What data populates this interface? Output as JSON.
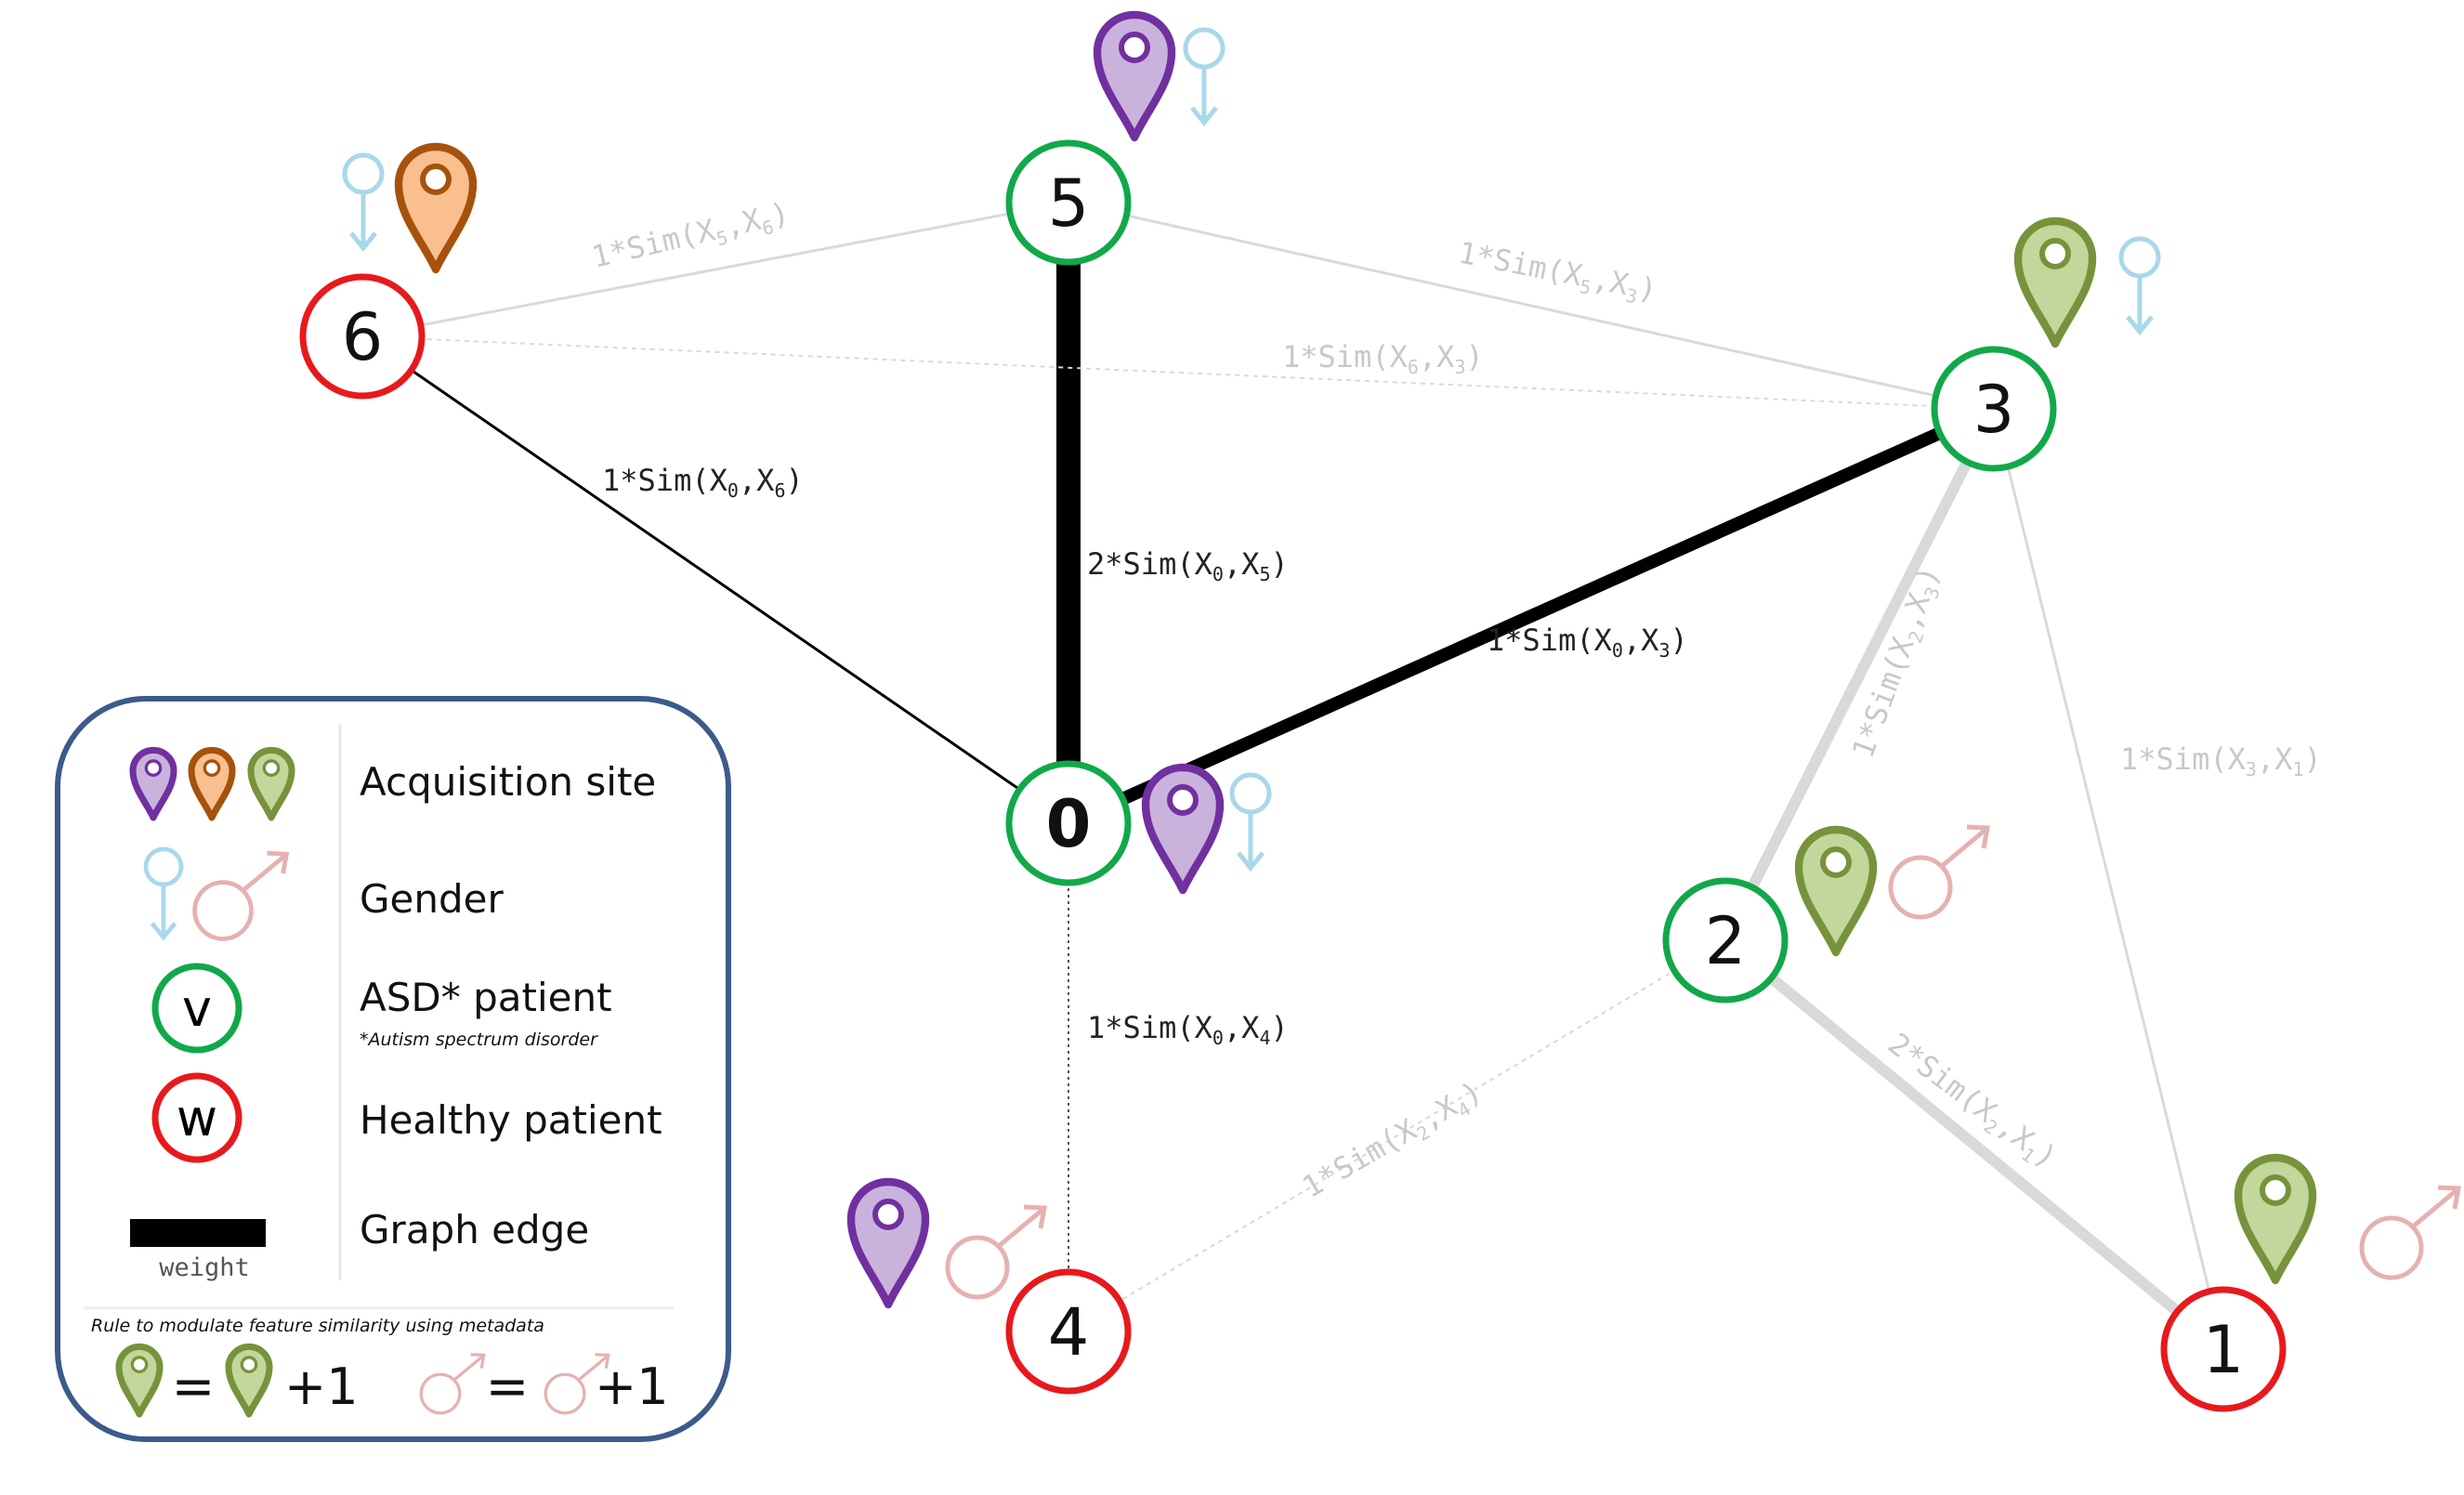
{
  "nodes": [
    {
      "id": "0",
      "label": "0",
      "status": "asd",
      "bold": true,
      "site": "purple",
      "gender": "female"
    },
    {
      "id": "1",
      "label": "1",
      "status": "healthy",
      "bold": false,
      "site": "green",
      "gender": "male"
    },
    {
      "id": "2",
      "label": "2",
      "status": "asd",
      "bold": false,
      "site": "green",
      "gender": "male"
    },
    {
      "id": "3",
      "label": "3",
      "status": "asd",
      "bold": false,
      "site": "green",
      "gender": "female"
    },
    {
      "id": "4",
      "label": "4",
      "status": "healthy",
      "bold": false,
      "site": "purple",
      "gender": "male"
    },
    {
      "id": "5",
      "label": "5",
      "status": "asd",
      "bold": false,
      "site": "purple",
      "gender": "female"
    },
    {
      "id": "6",
      "label": "6",
      "status": "healthy",
      "bold": false,
      "site": "orange",
      "gender": "female"
    }
  ],
  "edges": [
    {
      "from": "0",
      "to": "5",
      "weight": 2,
      "style": "dark",
      "label": {
        "coef": "2*Sim(X",
        "a": "0",
        "b": "5"
      }
    },
    {
      "from": "0",
      "to": "3",
      "weight": 1,
      "style": "dark",
      "label": {
        "coef": "1*Sim(X",
        "a": "0",
        "b": "3"
      }
    },
    {
      "from": "0",
      "to": "6",
      "weight": 1,
      "style": "thin",
      "label": {
        "coef": "1*Sim(X",
        "a": "0",
        "b": "6"
      }
    },
    {
      "from": "0",
      "to": "4",
      "weight": 1,
      "style": "dotted",
      "label": {
        "coef": "1*Sim(X",
        "a": "0",
        "b": "4"
      }
    },
    {
      "from": "5",
      "to": "6",
      "weight": 1,
      "style": "light",
      "label": {
        "coef": "1*Sim(X",
        "a": "5",
        "b": "6"
      }
    },
    {
      "from": "5",
      "to": "3",
      "weight": 1,
      "style": "light",
      "label": {
        "coef": "1*Sim(X",
        "a": "5",
        "b": "3"
      }
    },
    {
      "from": "6",
      "to": "3",
      "weight": 1,
      "style": "light-dotted",
      "label": {
        "coef": "1*Sim(X",
        "a": "6",
        "b": "3"
      }
    },
    {
      "from": "3",
      "to": "2",
      "weight": 2,
      "style": "light-thick",
      "label": {
        "coef": "1*Sim(X",
        "a": "2",
        "b": "3"
      }
    },
    {
      "from": "3",
      "to": "1",
      "weight": 1,
      "style": "light",
      "label": {
        "coef": "1*Sim(X",
        "a": "3",
        "b": "1"
      }
    },
    {
      "from": "2",
      "to": "1",
      "weight": 2,
      "style": "light-thick",
      "label": {
        "coef": "2*Sim(X",
        "a": "2",
        "b": "1"
      }
    },
    {
      "from": "2",
      "to": "4",
      "weight": 1,
      "style": "light-dotted",
      "label": {
        "coef": "1*Sim(X",
        "a": "2",
        "b": "4"
      }
    }
  ],
  "legend": {
    "acquisition_site": "Acquisition site",
    "gender": "Gender",
    "asd_symbol": "v",
    "asd_label": "ASD* patient",
    "asd_footnote": "*Autism spectrum disorder",
    "healthy_symbol": "w",
    "healthy_label": "Healthy patient",
    "edge_label": "Graph edge",
    "edge_weight": "weight",
    "rule_title": "Rule to modulate feature similarity using metadata",
    "rule_site_eq": "=",
    "rule_site_plus": "+1",
    "rule_gender_eq": "=",
    "rule_gender_plus": "+1"
  },
  "colors": {
    "asd_ring": "#12a84a",
    "healthy_ring": "#e8191c",
    "site_purple_fill": "#c9b3dd",
    "site_purple_stroke": "#7030a0",
    "site_orange_fill": "#f9bf8f",
    "site_orange_stroke": "#a6520c",
    "site_green_fill": "#c3d69b",
    "site_green_stroke": "#76933c",
    "female_symbol": "#a9d8ea",
    "male_symbol": "#e6b1b0",
    "dark_edge": "#000000",
    "light_edge": "#d9d9d9",
    "light_label": "#c8c8c8",
    "legend_border": "#3c5a8a"
  }
}
